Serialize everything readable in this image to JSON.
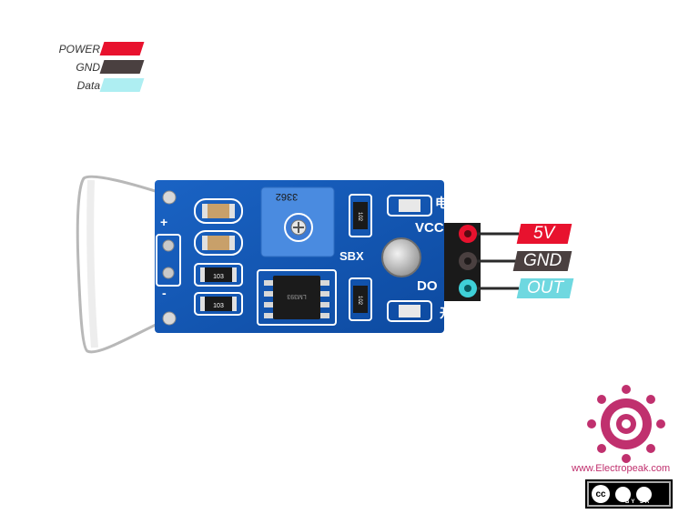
{
  "legend": [
    {
      "label": "POWER",
      "color": "#e8122e"
    },
    {
      "label": "GND",
      "color": "#4a4040"
    },
    {
      "label": "Data",
      "color": "#aeeef2"
    }
  ],
  "board": {
    "silkscreen": {
      "power_cn": "电源",
      "vcc": "VCC",
      "sbx": "SBX",
      "do": "DO",
      "switch_cn": "开关",
      "potentiometer_code": "3362",
      "chip_code": "LM393",
      "resistor_code_1": "103",
      "resistor_code_2": "103",
      "resistor_code_3": "102",
      "resistor_code_4": "102",
      "plus": "+",
      "minus": "-"
    },
    "pins": [
      {
        "label": "5V",
        "color": "#e8122e"
      },
      {
        "label": "GND",
        "color": "#4a4040"
      },
      {
        "label": "OUT",
        "color": "#6fd8e0"
      }
    ]
  },
  "branding": {
    "website": "www.Electropeak.com",
    "license_by": "BY",
    "license_sa": "SA",
    "logo_color": "#c0306e"
  }
}
